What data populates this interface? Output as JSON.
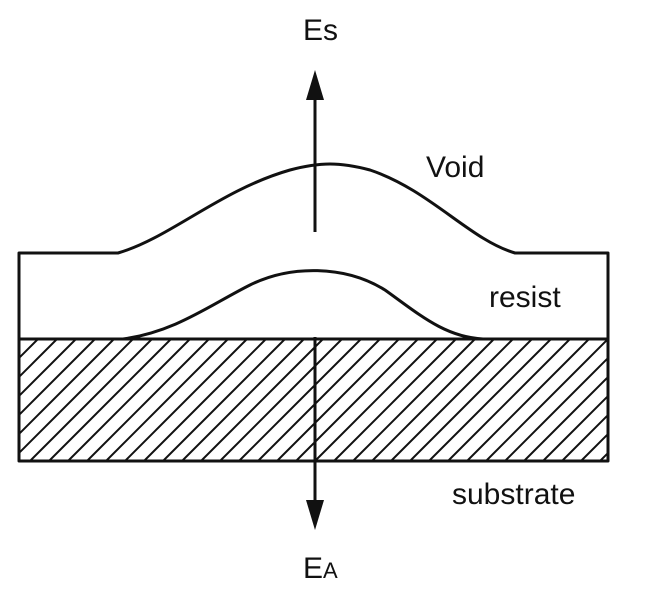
{
  "labels": {
    "top_field": "Es",
    "bottom_field_main": "E",
    "bottom_field_sub": "A",
    "void": "Void",
    "resist": "resist",
    "substrate": "substrate"
  }
}
